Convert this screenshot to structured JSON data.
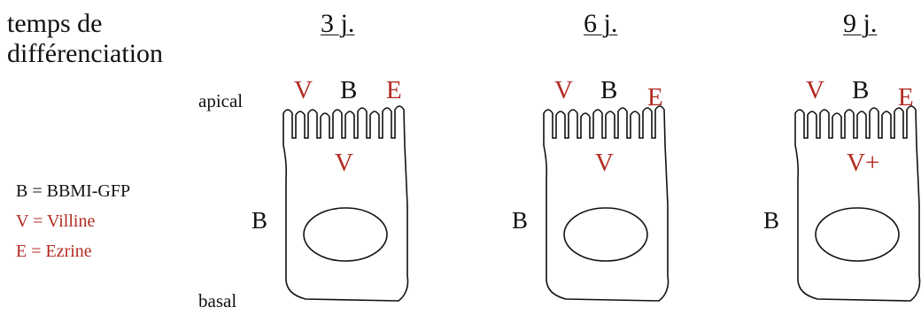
{
  "heading": {
    "line1": "temps de",
    "line2": "différenciation"
  },
  "orientation": {
    "apical": "apical",
    "basal": "basal"
  },
  "legend": [
    {
      "text": "B = BBMI-GFP",
      "color": "#111111"
    },
    {
      "text": "V = Villine",
      "color": "#b22a22"
    },
    {
      "text": "E = Ezrine",
      "color": "#b22a22"
    }
  ],
  "colors": {
    "black": "#111111",
    "red": "#b22a22"
  },
  "cells": [
    {
      "day": "3 j.",
      "top_V": "V",
      "top_B": "B",
      "top_E": "E",
      "cyto": "V",
      "side_B": "B"
    },
    {
      "day": "6 j.",
      "top_V": "V",
      "top_B": "B",
      "top_E": "E",
      "cyto": "V",
      "side_B": "B"
    },
    {
      "day": "9 j.",
      "top_V": "V",
      "top_B": "B",
      "top_E": "E",
      "cyto": "V+",
      "side_B": "B"
    }
  ]
}
